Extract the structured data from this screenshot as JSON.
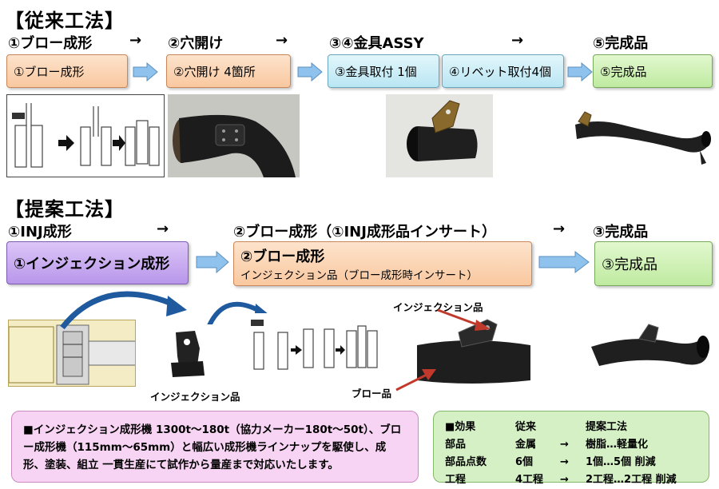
{
  "conventional": {
    "title": "【従来工法】",
    "steps": [
      "①ブロー成形",
      "②穴開け",
      "③④金具ASSY",
      "⑤完成品"
    ],
    "arrows": [
      "→",
      "→",
      "→"
    ],
    "boxes": [
      "①ブロー成形",
      "②穴開け 4箇所",
      "③金具取付 1個",
      "④リベット取付4個",
      "⑤完成品"
    ]
  },
  "proposed": {
    "title": "【提案工法】",
    "steps": [
      "①INJ成形",
      "②ブロー成形（①INJ成形品インサート）",
      "③完成品"
    ],
    "arrows": [
      "→",
      "→"
    ],
    "box1": "①インジェクション成形",
    "box2_title": "②ブロー成形",
    "box2_sub": "インジェクション品（ブロー成形時インサート）",
    "box3": "③完成品",
    "captions": {
      "injection_part": "インジェクション品",
      "injection_part_2": "インジェクション品",
      "blow_part": "ブロー品"
    }
  },
  "note": {
    "text": "■インジェクション成形機 1300t～180t（協力メーカー180t～50t）、ブロー成形機（115mm～65mm）と幅広い成形機ラインナップを駆使し、成形、塗装、組立 一貫生産にて試作から量産まで対応いたします。"
  },
  "effects": {
    "rows": [
      [
        "■効果",
        "従来",
        "",
        "提案工法"
      ],
      [
        "部品",
        "金属",
        "→",
        "樹脂…軽量化"
      ],
      [
        "部品点数",
        "6個",
        "→",
        "1個…5個 削減"
      ],
      [
        "工程",
        "4工程",
        "→",
        "2工程…2工程 削減"
      ]
    ]
  },
  "colors": {
    "orange": "#f9c89f",
    "blue": "#b9e6f3",
    "green": "#bfeaa0",
    "purple": "#b896ea",
    "arrow_fill": "#8fc3ee",
    "callout_red": "#c0392b",
    "curve_blue": "#1f5a9e"
  }
}
